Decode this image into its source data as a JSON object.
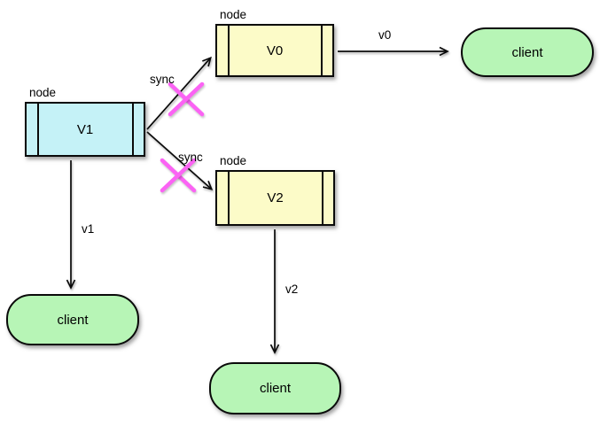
{
  "colors": {
    "node_v1_fill": "#c5f2f7",
    "node_fill": "#fcfbc8",
    "client_fill": "#b7f5b6",
    "cross": "#fb63f4",
    "stroke": "#0a0a0a"
  },
  "nodes": {
    "v0": {
      "type_label": "node",
      "title": "V0"
    },
    "v1": {
      "type_label": "node",
      "title": "V1"
    },
    "v2": {
      "type_label": "node",
      "title": "V2"
    }
  },
  "clients": {
    "right": {
      "label": "client"
    },
    "left": {
      "label": "client"
    },
    "center": {
      "label": "client"
    }
  },
  "edges": {
    "sync_v1_v0": {
      "label": "sync",
      "crossed_out": true
    },
    "sync_v1_v2": {
      "label": "sync",
      "crossed_out": true
    },
    "v0_to_client": {
      "label": "v0"
    },
    "v1_to_client": {
      "label": "v1"
    },
    "v2_to_client": {
      "label": "v2"
    }
  }
}
